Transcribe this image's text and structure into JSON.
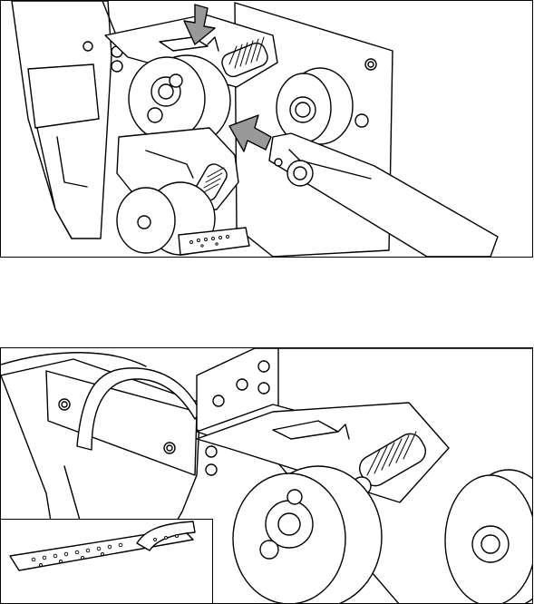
{
  "colors": {
    "line": "#000000",
    "background": "#ffffff",
    "arrow_fill": "#999999"
  },
  "panels": [
    {
      "id": "top",
      "arrows": [
        "down-arrow-icon",
        "left-arrow-icon"
      ]
    },
    {
      "id": "bottom",
      "inset": "punched-tape-detail"
    }
  ]
}
